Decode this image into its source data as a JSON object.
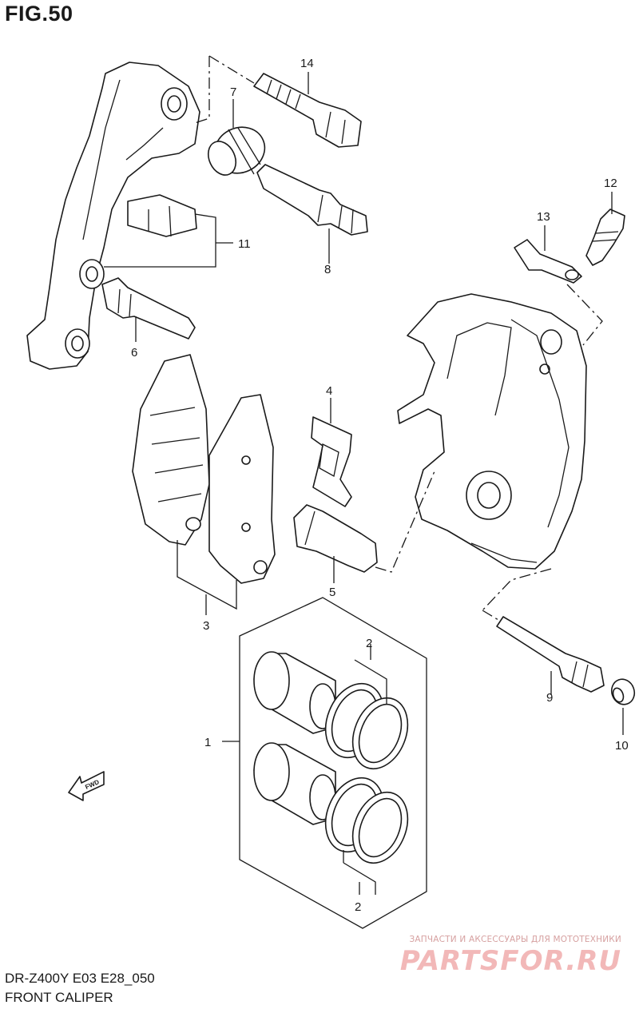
{
  "figure_title": "FIG.50",
  "model_code": "DR-Z400Y E03 E28_050",
  "section_caption": "FRONT CALIPER",
  "callouts": {
    "c1": "1",
    "c2a": "2",
    "c2b": "2",
    "c3": "3",
    "c4": "4",
    "c5": "5",
    "c6": "6",
    "c7": "7",
    "c8": "8",
    "c9": "9",
    "c10": "10",
    "c11": "11",
    "c12": "12",
    "c13": "13",
    "c14": "14"
  },
  "fwd_label": "FWD",
  "watermark": {
    "tagline": "ЗАПЧАСТИ И АКСЕССУАРЫ ДЛЯ МОТОТЕХНИКИ",
    "logo": "PARTSFOR.RU"
  }
}
